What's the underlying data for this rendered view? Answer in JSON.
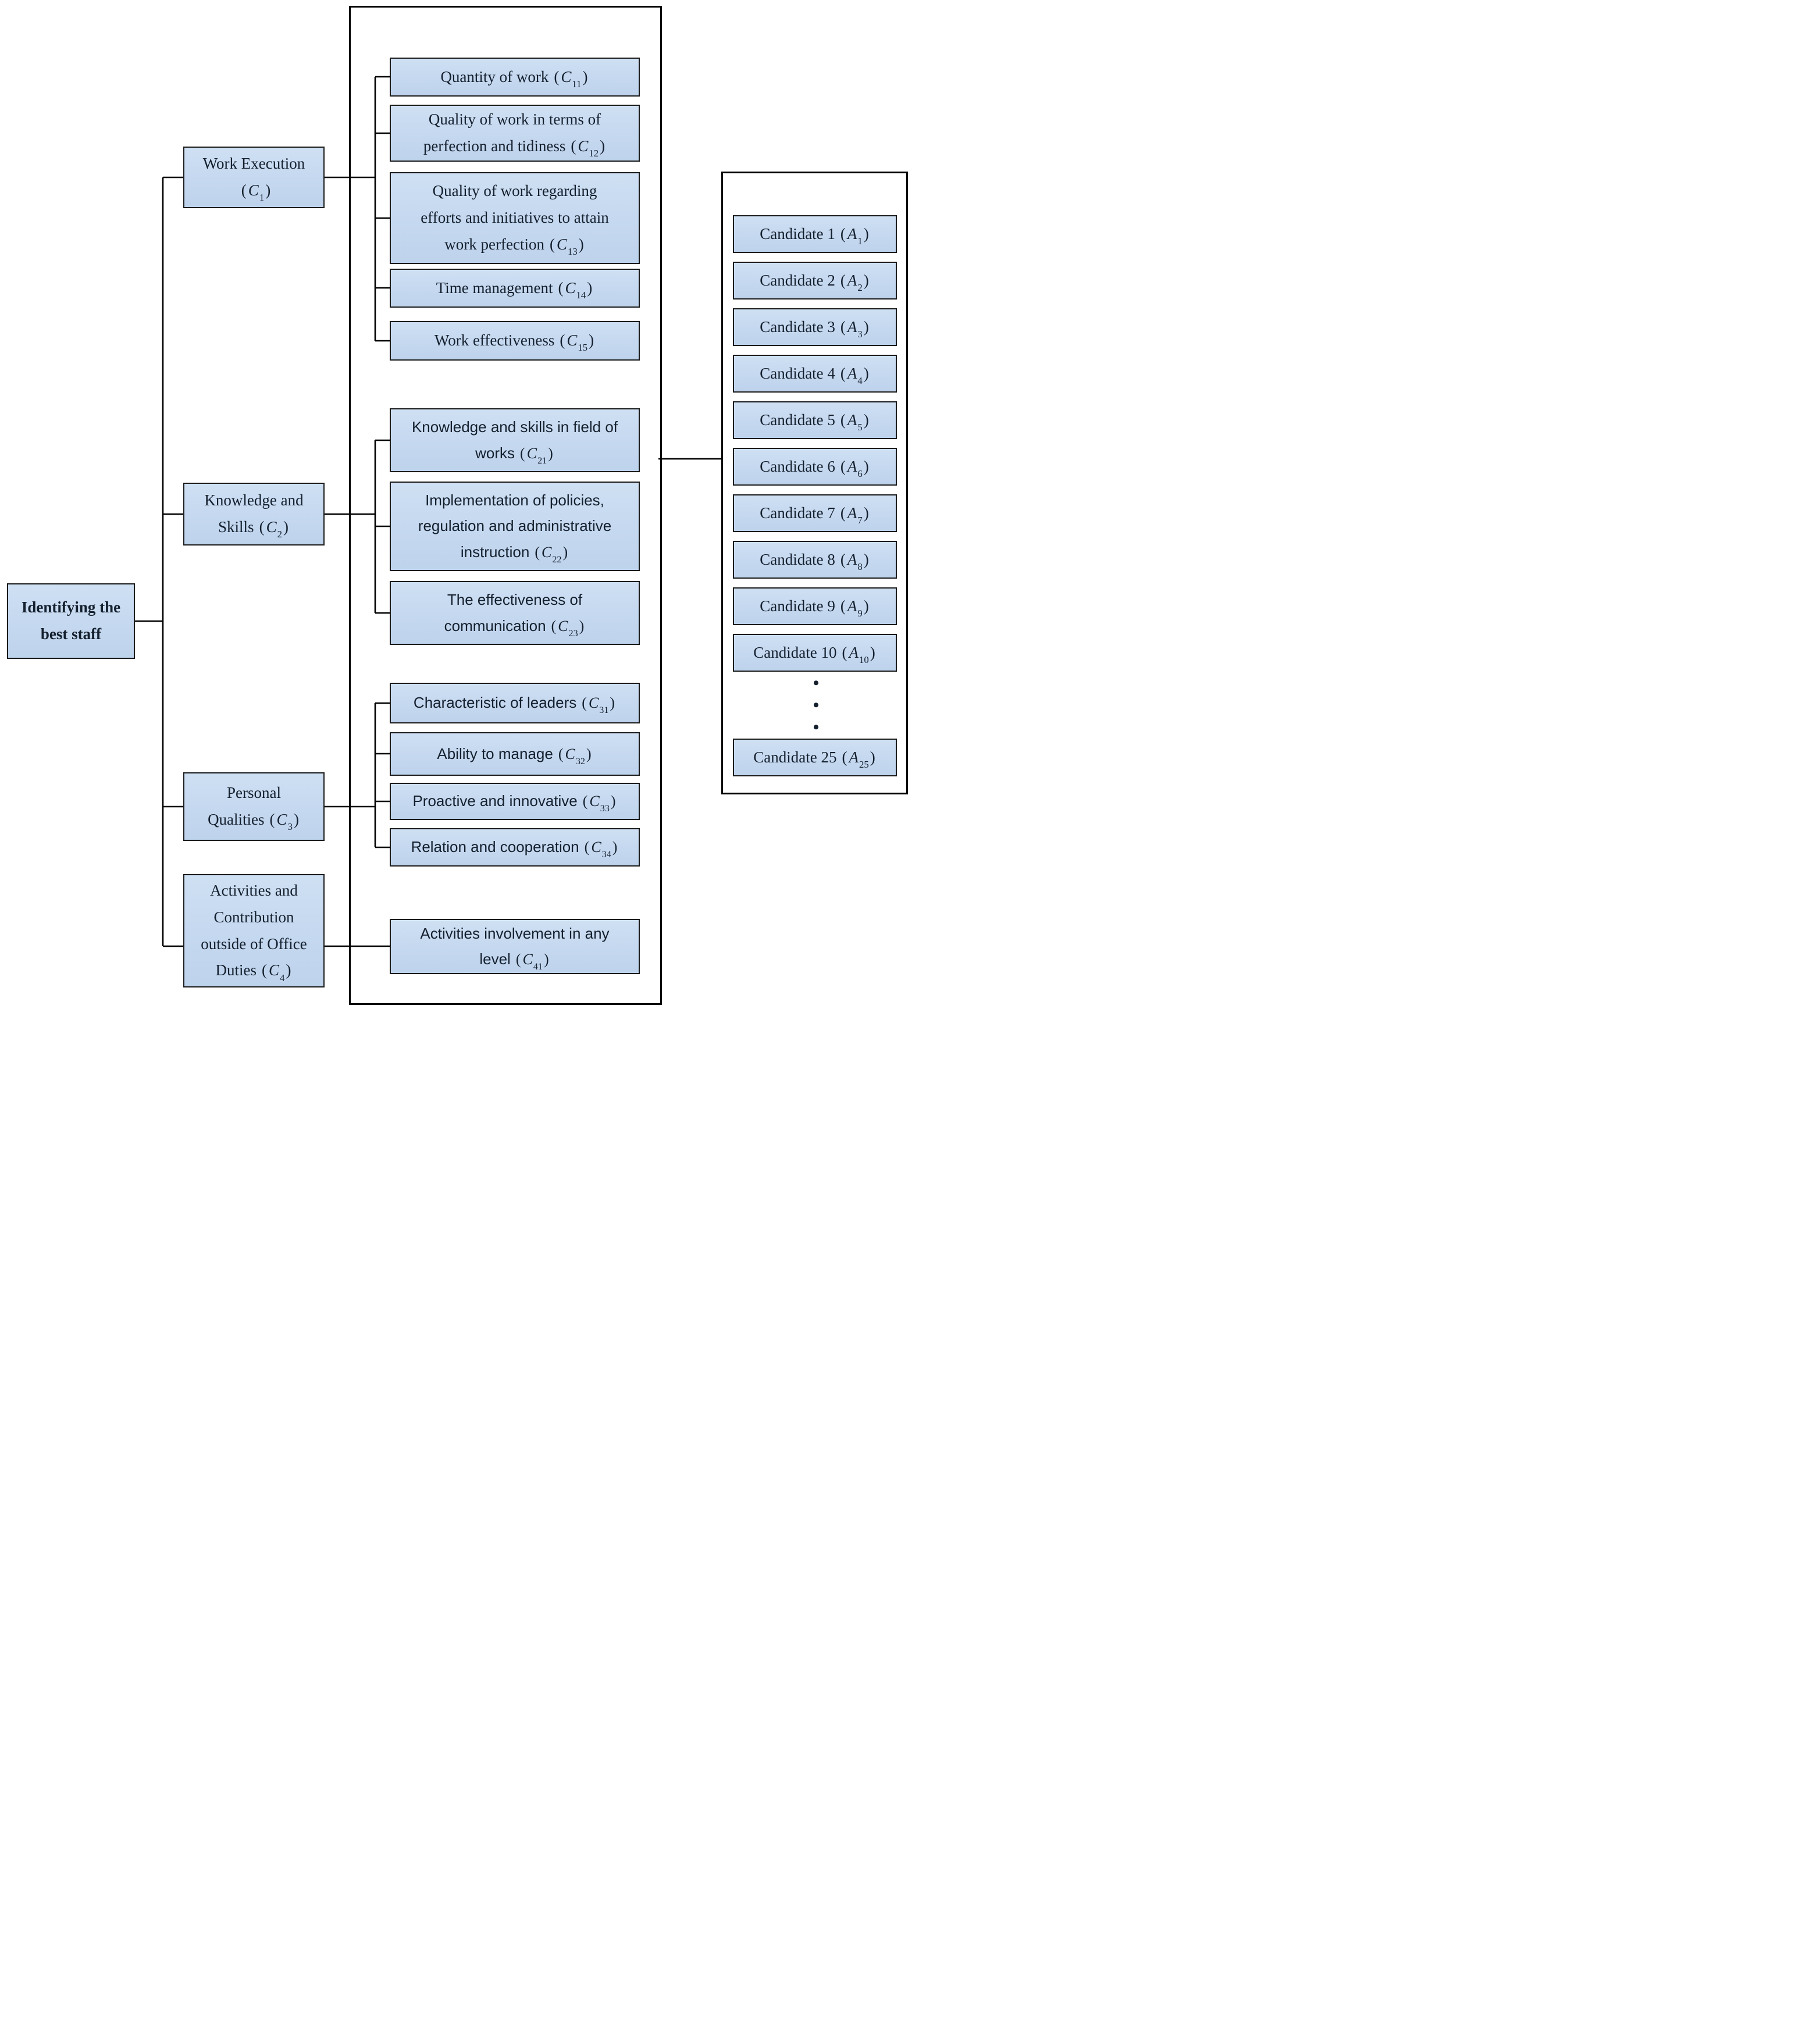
{
  "colors": {
    "background": "#ffffff",
    "box_fill": "#c6d9f0",
    "box_border": "#1c1c1c",
    "line": "#000000",
    "text": "#15202e"
  },
  "punct": {
    "open": "(",
    "close": ")"
  },
  "goal": {
    "l1": "Identifying the",
    "l2": "best staff"
  },
  "criteria": {
    "c1": {
      "l1": "Work Execution",
      "symbol": "C",
      "sub": "1"
    },
    "c2": {
      "l1": "Knowledge and",
      "l2": "Skills",
      "symbol": "C",
      "sub": "2"
    },
    "c3": {
      "l1": "Personal",
      "l2": "Qualities",
      "symbol": "C",
      "sub": "3"
    },
    "c4": {
      "l1": "Activities and",
      "l2": "Contribution",
      "l3": "outside of Office",
      "l4": "Duties",
      "symbol": "C",
      "sub": "4"
    }
  },
  "subcriteria": {
    "c11": {
      "l1": "Quantity of work",
      "symbol": "C",
      "sub": "11"
    },
    "c12": {
      "l1": "Quality of work in terms of",
      "l2": "perfection and tidiness",
      "symbol": "C",
      "sub": "12"
    },
    "c13": {
      "l1": "Quality of work regarding",
      "l2": "efforts and initiatives to attain",
      "l3": "work perfection",
      "symbol": "C",
      "sub": "13"
    },
    "c14": {
      "l1": "Time management",
      "symbol": "C",
      "sub": "14"
    },
    "c15": {
      "l1": "Work effectiveness",
      "symbol": "C",
      "sub": "15"
    },
    "c21": {
      "l1": "Knowledge and skills in field of",
      "l2": "works",
      "symbol": "C",
      "sub": "21"
    },
    "c22": {
      "l1": "Implementation of policies,",
      "l2": "regulation and administrative",
      "l3": "instruction",
      "symbol": "C",
      "sub": "22"
    },
    "c23": {
      "l1": "The effectiveness of",
      "l2": "communication",
      "symbol": "C",
      "sub": "23"
    },
    "c31": {
      "l1": "Characteristic of leaders",
      "symbol": "C",
      "sub": "31"
    },
    "c32": {
      "l1": "Ability to manage",
      "symbol": "C",
      "sub": "32"
    },
    "c33": {
      "l1": "Proactive and innovative",
      "symbol": "C",
      "sub": "33"
    },
    "c34": {
      "l1": "Relation and cooperation",
      "symbol": "C",
      "sub": "34"
    },
    "c41": {
      "l1": "Activities involvement in any",
      "l2": "level",
      "symbol": "C",
      "sub": "41"
    }
  },
  "alternatives": {
    "ellipsis_dot": "•",
    "a1": {
      "label": "Candidate 1",
      "symbol": "A",
      "sub": "1"
    },
    "a2": {
      "label": "Candidate 2",
      "symbol": "A",
      "sub": "2"
    },
    "a3": {
      "label": "Candidate 3",
      "symbol": "A",
      "sub": "3"
    },
    "a4": {
      "label": "Candidate 4",
      "symbol": "A",
      "sub": "4"
    },
    "a5": {
      "label": "Candidate 5",
      "symbol": "A",
      "sub": "5"
    },
    "a6": {
      "label": "Candidate 6",
      "symbol": "A",
      "sub": "6"
    },
    "a7": {
      "label": "Candidate 7",
      "symbol": "A",
      "sub": "7"
    },
    "a8": {
      "label": "Candidate 8",
      "symbol": "A",
      "sub": "8"
    },
    "a9": {
      "label": "Candidate 9",
      "symbol": "A",
      "sub": "9"
    },
    "a10": {
      "label": "Candidate 10",
      "symbol": "A",
      "sub": "10"
    },
    "a25": {
      "label": "Candidate 25",
      "symbol": "A",
      "sub": "25"
    }
  }
}
